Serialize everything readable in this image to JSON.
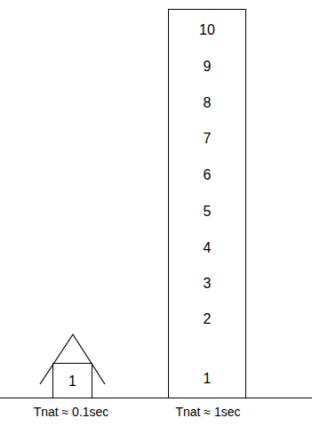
{
  "diagram": {
    "nodes": [
      {
        "text": [
          "1"
        ]
      },
      {
        "text": [
          "10",
          "9",
          "8",
          "7",
          "6",
          "5",
          "4",
          "3",
          "2",
          "1"
        ]
      }
    ],
    "labels": [
      "Tnat ≈ 0.1sec",
      "Tnat ≈ 1sec"
    ]
  }
}
